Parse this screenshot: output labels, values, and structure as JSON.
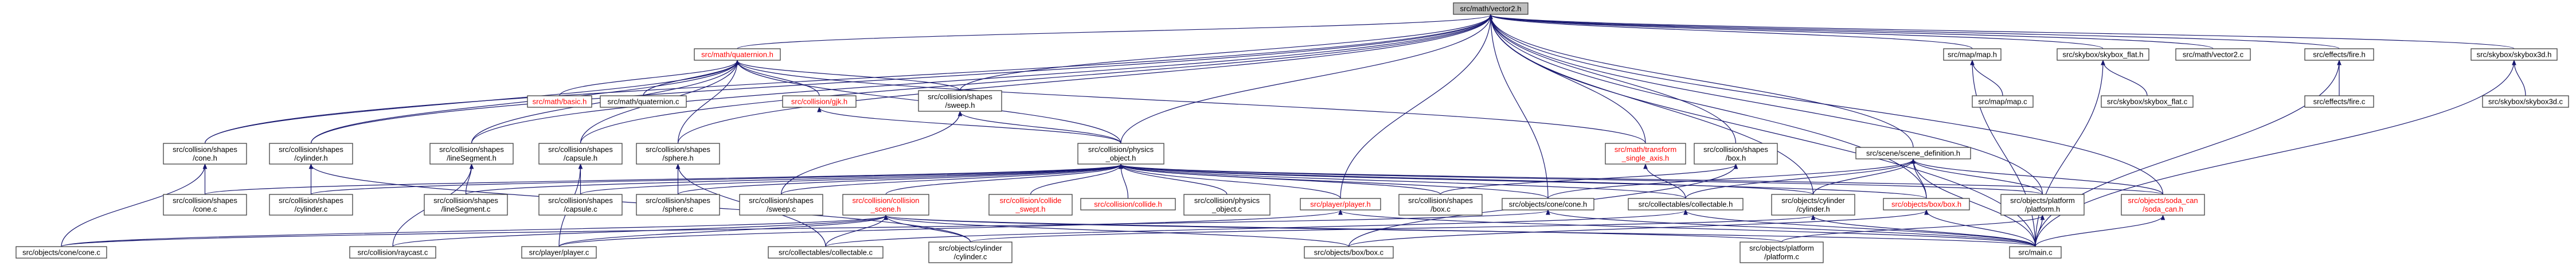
{
  "colors": {
    "edge": "#191970",
    "root_fill": "#bfbfbf",
    "missing_text": "#ff0000",
    "node_stroke": "#404040"
  },
  "nodes": {
    "vector2h": {
      "lines": [
        "src/math/vector2.h"
      ],
      "root": true
    },
    "quaternionh": {
      "lines": [
        "src/math/quaternion.h"
      ],
      "missing": true
    },
    "mapmaph": {
      "lines": [
        "src/map/map.h"
      ]
    },
    "skyboxflath": {
      "lines": [
        "src/skybox/skybox_flat.h"
      ]
    },
    "vector2c": {
      "lines": [
        "src/math/vector2.c"
      ]
    },
    "firehdr": {
      "lines": [
        "src/effects/fire.h"
      ]
    },
    "skybox3dh": {
      "lines": [
        "src/skybox/skybox3d.h"
      ]
    },
    "basich": {
      "lines": [
        "src/math/basic.h"
      ],
      "missing": true
    },
    "quaternionc": {
      "lines": [
        "src/math/quaternion.c"
      ]
    },
    "gjkh": {
      "lines": [
        "src/collision/gjk.h"
      ],
      "missing": true
    },
    "sweeph": {
      "lines": [
        "src/collision/shapes",
        "/sweep.h"
      ]
    },
    "mapmapc": {
      "lines": [
        "src/map/map.c"
      ]
    },
    "skyboxflatc": {
      "lines": [
        "src/skybox/skybox_flat.c"
      ]
    },
    "firec": {
      "lines": [
        "src/effects/fire.c"
      ]
    },
    "skybox3dc": {
      "lines": [
        "src/skybox/skybox3d.c"
      ]
    },
    "coneh": {
      "lines": [
        "src/collision/shapes",
        "/cone.h"
      ]
    },
    "cylinderh": {
      "lines": [
        "src/collision/shapes",
        "/cylinder.h"
      ]
    },
    "linesegh": {
      "lines": [
        "src/collision/shapes",
        "/lineSegment.h"
      ]
    },
    "capsuleh": {
      "lines": [
        "src/collision/shapes",
        "/capsule.h"
      ]
    },
    "sphereh": {
      "lines": [
        "src/collision/shapes",
        "/sphere.h"
      ]
    },
    "physobjh": {
      "lines": [
        "src/collision/physics",
        "_object.h"
      ]
    },
    "transformh": {
      "lines": [
        "src/math/transform",
        "_single_axis.h"
      ],
      "missing": true
    },
    "boxshapeh": {
      "lines": [
        "src/collision/shapes",
        "/box.h"
      ]
    },
    "scenedefh": {
      "lines": [
        "src/scene/scene_definition.h"
      ]
    },
    "conec": {
      "lines": [
        "src/collision/shapes",
        "/cone.c"
      ]
    },
    "cylinderc": {
      "lines": [
        "src/collision/shapes",
        "/cylinder.c"
      ]
    },
    "linesegc": {
      "lines": [
        "src/collision/shapes",
        "/lineSegment.c"
      ]
    },
    "capsulec": {
      "lines": [
        "src/collision/shapes",
        "/capsule.c"
      ]
    },
    "spherec": {
      "lines": [
        "src/collision/shapes",
        "/sphere.c"
      ]
    },
    "sweepc": {
      "lines": [
        "src/collision/shapes",
        "/sweep.c"
      ]
    },
    "collsceneh": {
      "lines": [
        "src/collision/collision",
        "_scene.h"
      ],
      "missing": true
    },
    "collideswepth": {
      "lines": [
        "src/collision/collide",
        "_swept.h"
      ],
      "missing": true
    },
    "collideh": {
      "lines": [
        "src/collision/collide.h"
      ],
      "missing": true
    },
    "physobjc": {
      "lines": [
        "src/collision/physics",
        "_object.c"
      ]
    },
    "playerh": {
      "lines": [
        "src/player/player.h"
      ],
      "missing": true
    },
    "boxshapec": {
      "lines": [
        "src/collision/shapes",
        "/box.c"
      ]
    },
    "objconeh": {
      "lines": [
        "src/objects/cone/cone.h"
      ]
    },
    "collectableh": {
      "lines": [
        "src/collectables/collectable.h"
      ]
    },
    "objcylh": {
      "lines": [
        "src/objects/cylinder",
        "/cylinder.h"
      ]
    },
    "objboxh": {
      "lines": [
        "src/objects/box/box.h"
      ],
      "missing": true
    },
    "objplath": {
      "lines": [
        "src/objects/platform",
        "/platform.h"
      ]
    },
    "sodacanh": {
      "lines": [
        "src/objects/soda_can",
        "/soda_can.h"
      ],
      "missing": true
    },
    "objconec": {
      "lines": [
        "src/objects/cone/cone.c"
      ]
    },
    "raycastc": {
      "lines": [
        "src/collision/raycast.c"
      ]
    },
    "playerc": {
      "lines": [
        "src/player/player.c"
      ]
    },
    "collectablec": {
      "lines": [
        "src/collectables/collectable.c"
      ]
    },
    "objcylc": {
      "lines": [
        "src/objects/cylinder",
        "/cylinder.c"
      ]
    },
    "objboxc": {
      "lines": [
        "src/objects/box/box.c"
      ]
    },
    "objplatc": {
      "lines": [
        "src/objects/platform",
        "/platform.c"
      ]
    },
    "mainc": {
      "lines": [
        "src/main.c"
      ]
    }
  },
  "edges": [
    [
      "quaternionh",
      "vector2h"
    ],
    [
      "mapmaph",
      "vector2h"
    ],
    [
      "skyboxflath",
      "vector2h"
    ],
    [
      "vector2c",
      "vector2h"
    ],
    [
      "firehdr",
      "vector2h"
    ],
    [
      "skybox3dh",
      "vector2h"
    ],
    [
      "sweeph",
      "vector2h"
    ],
    [
      "coneh",
      "vector2h"
    ],
    [
      "cylinderh",
      "vector2h"
    ],
    [
      "linesegh",
      "vector2h"
    ],
    [
      "capsuleh",
      "vector2h"
    ],
    [
      "sphereh",
      "vector2h"
    ],
    [
      "physobjh",
      "vector2h"
    ],
    [
      "transformh",
      "vector2h"
    ],
    [
      "boxshapeh",
      "vector2h"
    ],
    [
      "scenedefh",
      "vector2h"
    ],
    [
      "playerh",
      "vector2h"
    ],
    [
      "objconeh",
      "vector2h"
    ],
    [
      "objcylh",
      "vector2h"
    ],
    [
      "objboxh",
      "vector2h"
    ],
    [
      "objplath",
      "vector2h"
    ],
    [
      "sodacanh",
      "vector2h"
    ],
    [
      "mainc",
      "vector2h"
    ],
    [
      "basich",
      "quaternionh"
    ],
    [
      "quaternionc",
      "quaternionh"
    ],
    [
      "gjkh",
      "quaternionh"
    ],
    [
      "sweeph",
      "quaternionh"
    ],
    [
      "coneh",
      "quaternionh"
    ],
    [
      "cylinderh",
      "quaternionh"
    ],
    [
      "linesegh",
      "quaternionh"
    ],
    [
      "capsuleh",
      "quaternionh"
    ],
    [
      "sphereh",
      "quaternionh"
    ],
    [
      "physobjh",
      "quaternionh"
    ],
    [
      "transformh",
      "quaternionh"
    ],
    [
      "mapmapc",
      "mapmaph"
    ],
    [
      "mainc",
      "mapmaph"
    ],
    [
      "skyboxflatc",
      "skyboxflath"
    ],
    [
      "mainc",
      "skyboxflath"
    ],
    [
      "firec",
      "firehdr"
    ],
    [
      "mainc",
      "firehdr"
    ],
    [
      "skybox3dc",
      "skybox3dh"
    ],
    [
      "mainc",
      "skybox3dh"
    ],
    [
      "physobjh",
      "gjkh"
    ],
    [
      "sweepc",
      "sweeph"
    ],
    [
      "physobjh",
      "sweeph"
    ],
    [
      "conec",
      "coneh"
    ],
    [
      "objconec",
      "coneh"
    ],
    [
      "cylinderc",
      "cylinderh"
    ],
    [
      "objcylc",
      "cylinderh"
    ],
    [
      "linesegc",
      "linesegh"
    ],
    [
      "raycastc",
      "linesegh"
    ],
    [
      "capsulec",
      "capsuleh"
    ],
    [
      "playerc",
      "capsuleh"
    ],
    [
      "spherec",
      "sphereh"
    ],
    [
      "collectablec",
      "sphereh"
    ],
    [
      "conec",
      "physobjh"
    ],
    [
      "cylinderc",
      "physobjh"
    ],
    [
      "linesegc",
      "physobjh"
    ],
    [
      "capsulec",
      "physobjh"
    ],
    [
      "spherec",
      "physobjh"
    ],
    [
      "sweepc",
      "physobjh"
    ],
    [
      "collsceneh",
      "physobjh"
    ],
    [
      "collideswepth",
      "physobjh"
    ],
    [
      "collideh",
      "physobjh"
    ],
    [
      "physobjc",
      "physobjh"
    ],
    [
      "playerh",
      "physobjh"
    ],
    [
      "boxshapec",
      "physobjh"
    ],
    [
      "objconeh",
      "physobjh"
    ],
    [
      "collectableh",
      "physobjh"
    ],
    [
      "objcylh",
      "physobjh"
    ],
    [
      "objboxh",
      "physobjh"
    ],
    [
      "objplath",
      "physobjh"
    ],
    [
      "sodacanh",
      "physobjh"
    ],
    [
      "collectableh",
      "transformh"
    ],
    [
      "boxshapec",
      "boxshapeh"
    ],
    [
      "objboxc",
      "boxshapeh"
    ],
    [
      "objconeh",
      "scenedefh"
    ],
    [
      "collectableh",
      "scenedefh"
    ],
    [
      "objcylh",
      "scenedefh"
    ],
    [
      "objboxh",
      "scenedefh"
    ],
    [
      "objplath",
      "scenedefh"
    ],
    [
      "sodacanh",
      "scenedefh"
    ],
    [
      "mainc",
      "scenedefh"
    ],
    [
      "objconec",
      "collsceneh"
    ],
    [
      "raycastc",
      "collsceneh"
    ],
    [
      "playerc",
      "collsceneh"
    ],
    [
      "collectablec",
      "collsceneh"
    ],
    [
      "objcylc",
      "collsceneh"
    ],
    [
      "objboxc",
      "collsceneh"
    ],
    [
      "objplatc",
      "collsceneh"
    ],
    [
      "mainc",
      "collsceneh"
    ],
    [
      "playerc",
      "playerh"
    ],
    [
      "mainc",
      "playerh"
    ],
    [
      "objconec",
      "objconeh"
    ],
    [
      "mainc",
      "objconeh"
    ],
    [
      "collectablec",
      "collectableh"
    ],
    [
      "mainc",
      "collectableh"
    ],
    [
      "objcylc",
      "objcylh"
    ],
    [
      "mainc",
      "objcylh"
    ],
    [
      "objboxc",
      "objboxh"
    ],
    [
      "mainc",
      "objboxh"
    ],
    [
      "objplatc",
      "objplath"
    ],
    [
      "mainc",
      "objplath"
    ],
    [
      "mainc",
      "sodacanh"
    ]
  ]
}
